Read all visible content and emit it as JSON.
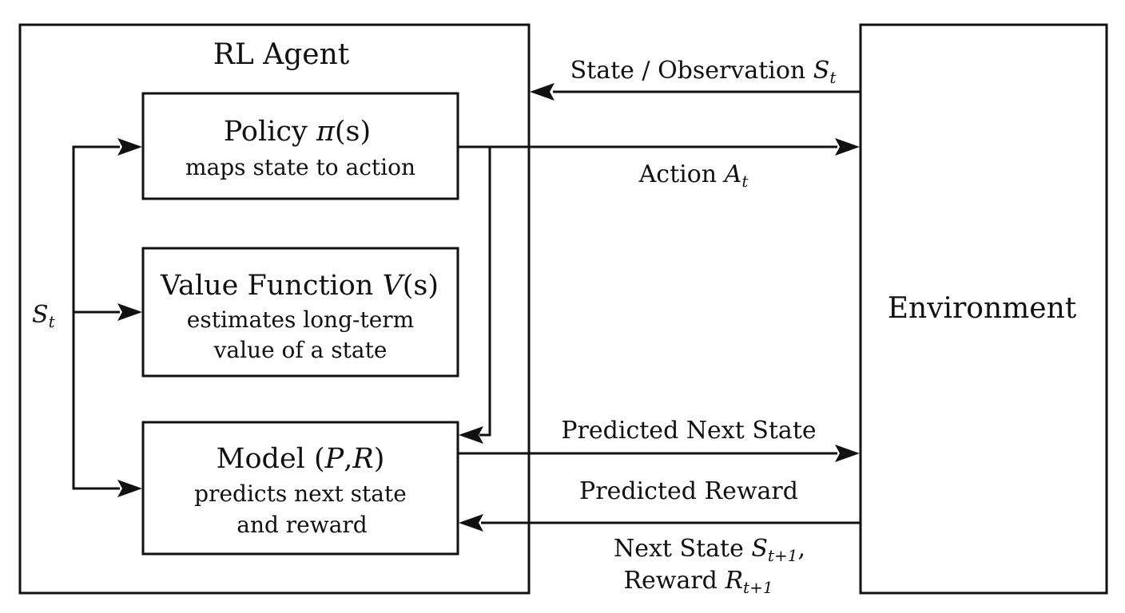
{
  "agent": {
    "title": "RL Agent",
    "policy": {
      "title": "Policy ",
      "symbol": "π",
      "arg": "(s)",
      "description": "maps state to action"
    },
    "value_function": {
      "title": "Value Function ",
      "symbol": "V",
      "arg": "(s)",
      "description_line1": "estimates long-term",
      "description_line2": "value of a state"
    },
    "model": {
      "title": "Model (",
      "symbol_p": "P",
      "comma": ",",
      "symbol_r": "R",
      "close": ")",
      "description_line1": "predicts next state",
      "description_line2": "and reward"
    },
    "state_input": {
      "symbol": "S",
      "subscript": "t"
    }
  },
  "environment": {
    "label": "Environment"
  },
  "edges": {
    "state_observation": {
      "text": "State / Observation ",
      "symbol": "S",
      "subscript": "t"
    },
    "action": {
      "text": "Action ",
      "symbol": "A",
      "subscript": "t"
    },
    "predicted_next_state": {
      "text": "Predicted Next State"
    },
    "predicted_reward": {
      "text": "Predicted Reward"
    },
    "next_state_reward": {
      "line1_text": "Next State ",
      "line1_symbol": "S",
      "line1_subscript": "t+1",
      "line1_suffix": ",",
      "line2_text": "Reward ",
      "line2_symbol": "R",
      "line2_subscript": "t+1"
    }
  }
}
